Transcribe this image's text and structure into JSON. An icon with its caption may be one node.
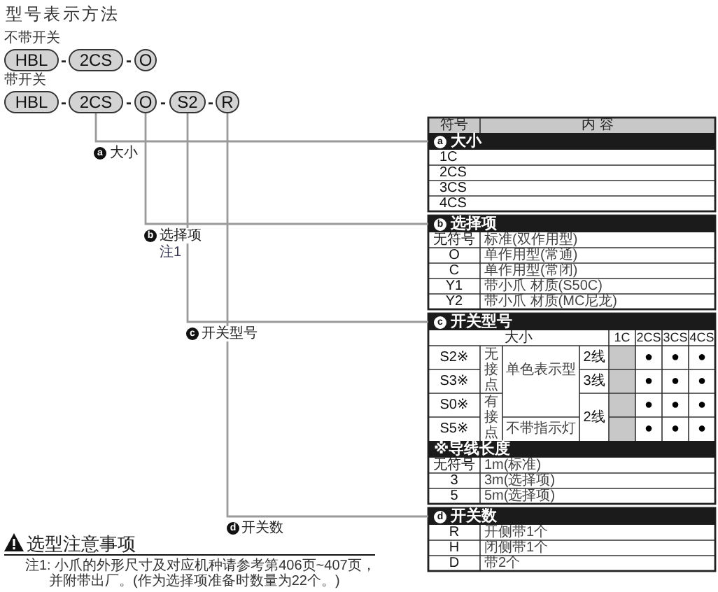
{
  "diagram": {
    "title": "型号表示方法",
    "nodes": [
      {
        "text": [
          "HBL"
        ]
      },
      {
        "text": [
          "2CS"
        ]
      },
      {
        "text": [
          "O"
        ]
      },
      {
        "text": [
          "HBL"
        ]
      },
      {
        "text": [
          "2CS"
        ]
      },
      {
        "text": [
          "O"
        ]
      },
      {
        "text": [
          "S2"
        ]
      },
      {
        "text": [
          "R"
        ]
      },
      {
        "text": [
          "a",
          "大小"
        ]
      },
      {
        "text": [
          "b",
          "选择项"
        ]
      },
      {
        "text": [
          "c",
          "开关型号"
        ]
      },
      {
        "text": [
          "※导线长度"
        ]
      },
      {
        "text": [
          "d",
          "开关数"
        ]
      }
    ],
    "edges": [
      {
        "from": 4,
        "to": 8,
        "arrow": "none",
        "label": "大小"
      },
      {
        "from": 5,
        "to": 9,
        "arrow": "none",
        "label": "选择项"
      },
      {
        "from": 6,
        "to": 10,
        "arrow": "none",
        "label": "开关型号"
      },
      {
        "from": 7,
        "to": 12,
        "arrow": "none",
        "label": "开关数"
      }
    ],
    "labels": [
      "不带开关",
      "-",
      "-",
      "带开关",
      "-",
      "-",
      "-",
      "-",
      "a",
      "b",
      "注1",
      "c",
      "d",
      "符号",
      "内 容",
      "1C",
      "2CS",
      "3CS",
      "4CS",
      "无符号",
      "标准(双作用型)",
      "O",
      "单作用型(常通)",
      "C",
      "单作用型(常闭)",
      "Y1",
      "带小爪 材质(S50C)",
      "Y2",
      "带小爪 材质(MC尼龙)",
      "大小",
      "1C",
      "2CS",
      "3CS",
      "4CS",
      "S2※",
      "无接点",
      "单色表示型",
      "2线",
      "●",
      "●",
      "●",
      "S3※",
      "3线",
      "●",
      "●",
      "●",
      "S0※",
      "有接点",
      "2线",
      "●",
      "●",
      "●",
      "S5※",
      "不带指示灯",
      "●",
      "●",
      "●",
      "无符号",
      "1m(标准)",
      "3",
      "3m(选择项)",
      "5",
      "5m(选择项)",
      "R",
      "开侧带1个",
      "H",
      "闭侧带1个",
      "D",
      "带2个",
      "选型注意事项",
      "注1: 小爪的外形尺寸及对应机种请参考第406页~407页，并附带出厂。(作为选择项准备时数量为22个。)"
    ]
  }
}
